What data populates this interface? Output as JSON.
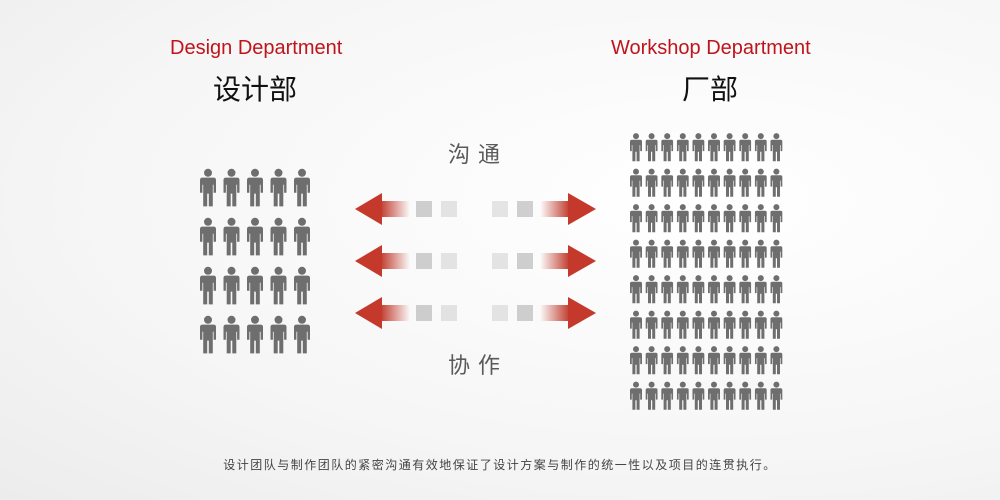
{
  "design": {
    "title_en": "Design Department",
    "title_zh": "设计部",
    "person_count": 20
  },
  "workshop": {
    "title_en": "Workshop Department",
    "title_zh": "厂部",
    "person_count": 80
  },
  "labels": {
    "top": "沟通",
    "bottom": "协作"
  },
  "arrows": {
    "count": 3
  },
  "caption": "设计团队与制作团队的紧密沟通有效地保证了设计方案与制作的统一性以及项目的连贯执行。",
  "colors": {
    "title_en": "#c0141c",
    "title_zh": "#111111",
    "person": "#6e6e6e",
    "arrow": "#c0392b"
  },
  "icons": {
    "person": "person-icon",
    "arrow_left": "arrow-left-icon",
    "arrow_right": "arrow-right-icon"
  }
}
